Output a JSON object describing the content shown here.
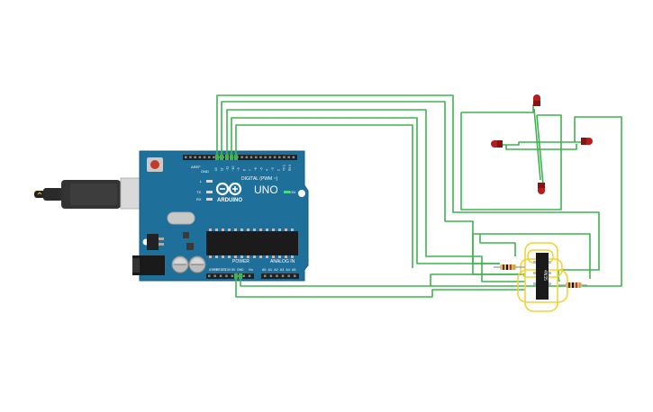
{
  "board": {
    "brand": "ARDUINO",
    "model": "UNO",
    "aref_label": "AREF",
    "gnd_label": "GND",
    "digital_label": "DIGITAL (PWM ~)",
    "power_label": "POWER",
    "analog_label": "ANALOG IN",
    "on_label": "ON",
    "l_label": "L",
    "tx_label": "TX",
    "rx_label": "RX",
    "reset_label": "RESET",
    "ioref_label": "IOREF",
    "v33_label": "3.3V",
    "v5_label": "5V",
    "vin_label": "Vin",
    "digital_pins": [
      "13",
      "12",
      "~11",
      "~10",
      "~9",
      "8",
      "7",
      "~6",
      "~5",
      "4",
      "~3",
      "2",
      "TX 1",
      "RX 0"
    ],
    "analog_pins": [
      "A0",
      "A1",
      "A2",
      "A3",
      "A4",
      "A5"
    ]
  },
  "chip": {
    "label": "4N35"
  },
  "colors": {
    "wire": "#3fb34f",
    "board": "#1f6f9b",
    "led": "#b81d1d",
    "jumper": "#f2d23a",
    "chip": "#1a1a1a"
  }
}
